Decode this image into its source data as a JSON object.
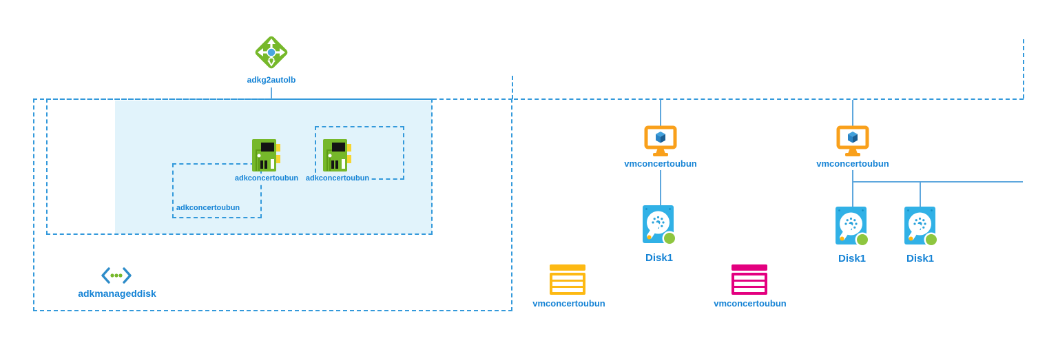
{
  "diagram": {
    "type": "azure-resource-diagram",
    "nodes": {
      "load_balancer": {
        "label": "adkg2autolb",
        "icon": "load-balancer-icon"
      },
      "nic_primary": {
        "label": "adkconcertoubun",
        "icon": "network-interface-icon"
      },
      "nic_secondary": {
        "label": "adkconcertoubun",
        "icon": "network-interface-icon"
      },
      "nic_group_box": {
        "label": "adkconcertoubun"
      },
      "virtual_network": {
        "label": "adkmanageddisk",
        "icon": "virtual-network-icon"
      },
      "vm_left": {
        "label": "vmconcertoubun",
        "icon": "virtual-machine-icon"
      },
      "vm_right": {
        "label": "vmconcertoubun",
        "icon": "virtual-machine-icon"
      },
      "disk_left": {
        "label": "Disk1",
        "icon": "disk-icon"
      },
      "disk_right_1": {
        "label": "Disk1",
        "icon": "disk-icon"
      },
      "disk_right_2": {
        "label": "Disk1",
        "icon": "disk-icon"
      },
      "resource_list_yellow": {
        "label": "vmconcertoubun",
        "icon": "resource-table-icon"
      },
      "resource_list_pink": {
        "label": "vmconcertoubun",
        "icon": "resource-table-icon"
      }
    },
    "colors": {
      "dashed_border": "#3399db",
      "subnet_fill": "#e1f3fb",
      "label_text": "#1583d5",
      "connector": "#5ea7dd",
      "green": "#76b82a",
      "green_dark": "#5d9b14",
      "orange": "#f9a01b",
      "disk_blue": "#31b1e6",
      "badge_green": "#8ec63f",
      "yellow": "#fdb913",
      "magenta": "#e3007f"
    }
  }
}
